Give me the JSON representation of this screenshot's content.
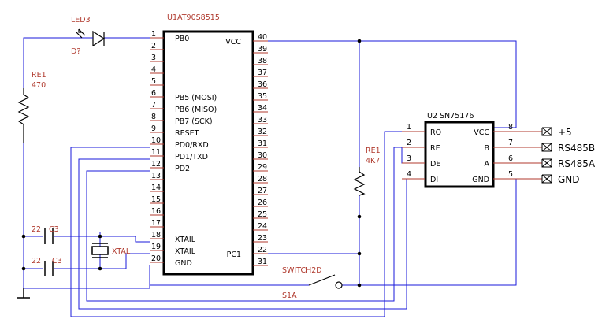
{
  "mcu": {
    "ref": "U1AT90S8515",
    "left_pins": [
      {
        "num": "1",
        "label": "PB0"
      },
      {
        "num": "2",
        "label": ""
      },
      {
        "num": "3",
        "label": ""
      },
      {
        "num": "4",
        "label": ""
      },
      {
        "num": "5",
        "label": ""
      },
      {
        "num": "6",
        "label": "PB5 (MOSI)"
      },
      {
        "num": "7",
        "label": "PB6 (MISO)"
      },
      {
        "num": "8",
        "label": "PB7 (SCK)"
      },
      {
        "num": "9",
        "label": "RESET"
      },
      {
        "num": "10",
        "label": "PD0/RXD"
      },
      {
        "num": "11",
        "label": "PD1/TXD"
      },
      {
        "num": "12",
        "label": "PD2"
      },
      {
        "num": "13",
        "label": ""
      },
      {
        "num": "14",
        "label": ""
      },
      {
        "num": "15",
        "label": ""
      },
      {
        "num": "16",
        "label": ""
      },
      {
        "num": "17",
        "label": ""
      },
      {
        "num": "18",
        "label": "XTAIL"
      },
      {
        "num": "19",
        "label": "XTAIL"
      },
      {
        "num": "20",
        "label": "GND"
      }
    ],
    "right_pins": [
      {
        "num": "40",
        "label": "VCC"
      },
      {
        "num": "39",
        "label": ""
      },
      {
        "num": "38",
        "label": ""
      },
      {
        "num": "37",
        "label": ""
      },
      {
        "num": "36",
        "label": ""
      },
      {
        "num": "35",
        "label": ""
      },
      {
        "num": "34",
        "label": ""
      },
      {
        "num": "33",
        "label": ""
      },
      {
        "num": "32",
        "label": ""
      },
      {
        "num": "31",
        "label": ""
      },
      {
        "num": "30",
        "label": ""
      },
      {
        "num": "29",
        "label": ""
      },
      {
        "num": "28",
        "label": ""
      },
      {
        "num": "27",
        "label": ""
      },
      {
        "num": "26",
        "label": ""
      },
      {
        "num": "25",
        "label": ""
      },
      {
        "num": "24",
        "label": ""
      },
      {
        "num": "23",
        "label": ""
      },
      {
        "num": "22",
        "label": "PC1"
      },
      {
        "num": "31",
        "label": ""
      }
    ]
  },
  "transceiver": {
    "ref": "U2 SN75176",
    "left_pins": [
      {
        "num": "1",
        "label": "RO"
      },
      {
        "num": "2",
        "label": "RE"
      },
      {
        "num": "3",
        "label": "DE"
      },
      {
        "num": "4",
        "label": "DI"
      }
    ],
    "right_pins": [
      {
        "num": "8",
        "label": "VCC"
      },
      {
        "num": "7",
        "label": "B"
      },
      {
        "num": "6",
        "label": "A"
      },
      {
        "num": "5",
        "label": "GND"
      }
    ]
  },
  "led": {
    "ref": "LED3",
    "value": "D?"
  },
  "resistor_led": {
    "ref": "RE1",
    "value": "470"
  },
  "resistor_switch": {
    "ref": "RE1",
    "value": "4K7"
  },
  "cap_top": {
    "value": "22",
    "ref": "C3"
  },
  "cap_bottom": {
    "value": "22",
    "ref": "C3"
  },
  "crystal": {
    "ref": "XTAL"
  },
  "switch": {
    "ref": "SWITCH2D",
    "label": "S1A"
  },
  "connectors": [
    "+5",
    "RS485B",
    "RS485A",
    "GND"
  ],
  "colors": {
    "wire": "#1a1adb",
    "pin": "#b03a2e",
    "component": "#000000"
  }
}
